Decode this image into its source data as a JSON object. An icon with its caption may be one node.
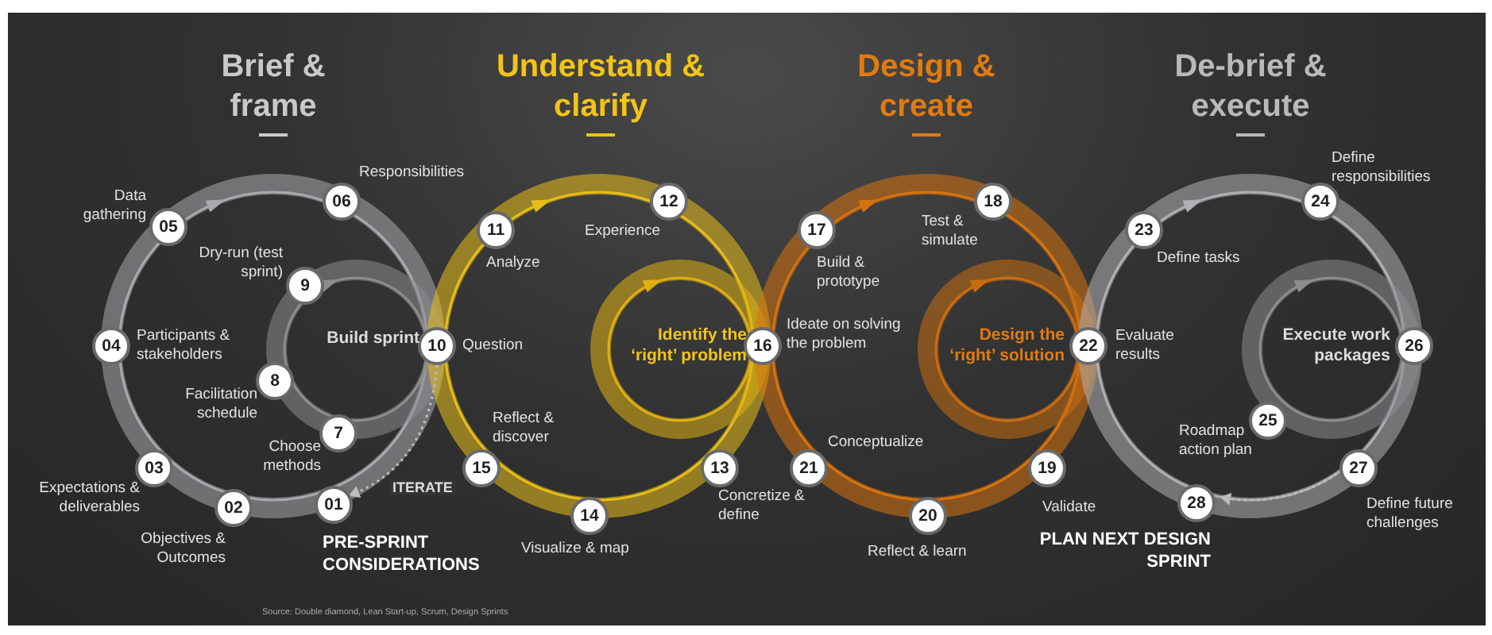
{
  "diagram": {
    "nodes": [
      {
        "text": [
          "01"
        ]
      },
      {
        "text": [
          "02"
        ],
        "beside": [
          "Objectives & Outcomes"
        ]
      },
      {
        "text": [
          "03"
        ],
        "beside": [
          "Expectations & deliverables"
        ]
      },
      {
        "text": [
          "04"
        ],
        "beside": [
          "Participants & stakeholders"
        ]
      },
      {
        "text": [
          "05"
        ],
        "beside": [
          "Data gathering"
        ]
      },
      {
        "text": [
          "06"
        ],
        "beside": [
          "Responsibilities"
        ]
      },
      {
        "text": [
          "7"
        ],
        "beside": [
          "Choose methods"
        ]
      },
      {
        "text": [
          "8"
        ],
        "beside": [
          "Facilitation schedule"
        ]
      },
      {
        "text": [
          "9"
        ],
        "beside": [
          "Dry-run (test sprint)"
        ]
      },
      {
        "text": [
          "10"
        ],
        "beside": [
          "Question"
        ]
      },
      {
        "text": [
          "11"
        ],
        "beside": [
          "Analyze"
        ]
      },
      {
        "text": [
          "12"
        ],
        "beside": [
          "Experience"
        ]
      },
      {
        "text": [
          "13"
        ],
        "beside": [
          "Concretize & define"
        ]
      },
      {
        "text": [
          "14"
        ],
        "beside": [
          "Visualize & map"
        ]
      },
      {
        "text": [
          "15"
        ],
        "beside": [
          "Reflect & discover"
        ]
      },
      {
        "text": [
          "16"
        ],
        "beside": [
          "Ideate on solving the problem"
        ]
      },
      {
        "text": [
          "17"
        ],
        "beside": [
          "Build & prototype"
        ]
      },
      {
        "text": [
          "18"
        ],
        "beside": [
          "Test & simulate"
        ]
      },
      {
        "text": [
          "19"
        ],
        "beside": [
          "Validate"
        ]
      },
      {
        "text": [
          "20"
        ],
        "beside": [
          "Reflect & learn"
        ]
      },
      {
        "text": [
          "21"
        ],
        "beside": [
          "Conceptualize"
        ]
      },
      {
        "text": [
          "22"
        ],
        "beside": [
          "Evaluate results"
        ]
      },
      {
        "text": [
          "23"
        ],
        "beside": [
          "Define tasks"
        ]
      },
      {
        "text": [
          "24"
        ],
        "beside": [
          "Define responsibilities"
        ]
      },
      {
        "text": [
          "25"
        ],
        "beside": [
          "Roadmap action plan"
        ]
      },
      {
        "text": [
          "26"
        ]
      },
      {
        "text": [
          "27"
        ],
        "beside": [
          "Define future challenges"
        ]
      },
      {
        "text": [
          "28"
        ]
      }
    ],
    "edges": [
      {
        "from": 9,
        "to": 0,
        "arrow": "to",
        "label": "ITERATE",
        "style": "dashed"
      },
      {
        "from": 26,
        "to": 27,
        "arrow": "to",
        "style": "dashed"
      }
    ],
    "labels": [
      "Brief & frame",
      "Understand & clarify",
      "Design & create",
      "De-brief & execute",
      "Build sprint",
      "Identify the ‘right’ problem",
      "Design the ‘right’ solution",
      "Execute work packages",
      "PRE-SPRINT CONSIDERATIONS",
      "PLAN NEXT DESIGN SPRINT",
      "Source: Double diamond, Lean Start-up, Scrum, Design Sprints"
    ]
  }
}
